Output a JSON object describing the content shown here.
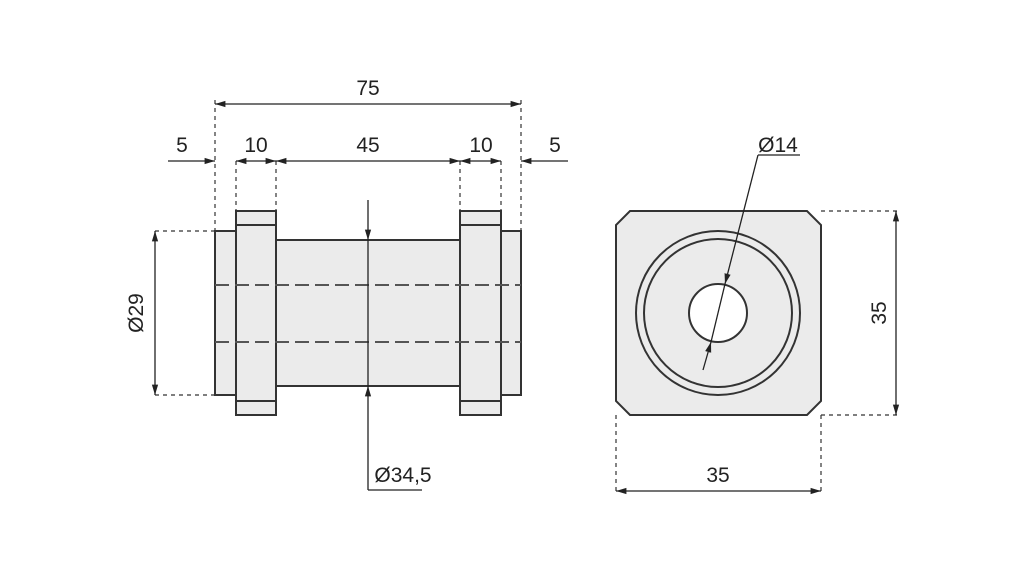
{
  "dimensions": {
    "overall_length": "75",
    "left_cap_length": "5",
    "left_flange_length": "10",
    "body_length": "45",
    "right_flange_length": "10",
    "right_cap_length": "5",
    "cap_diameter": "Ø29",
    "body_diameter": "Ø34,5",
    "hole_diameter": "Ø14",
    "front_height": "35",
    "front_width": "35"
  }
}
